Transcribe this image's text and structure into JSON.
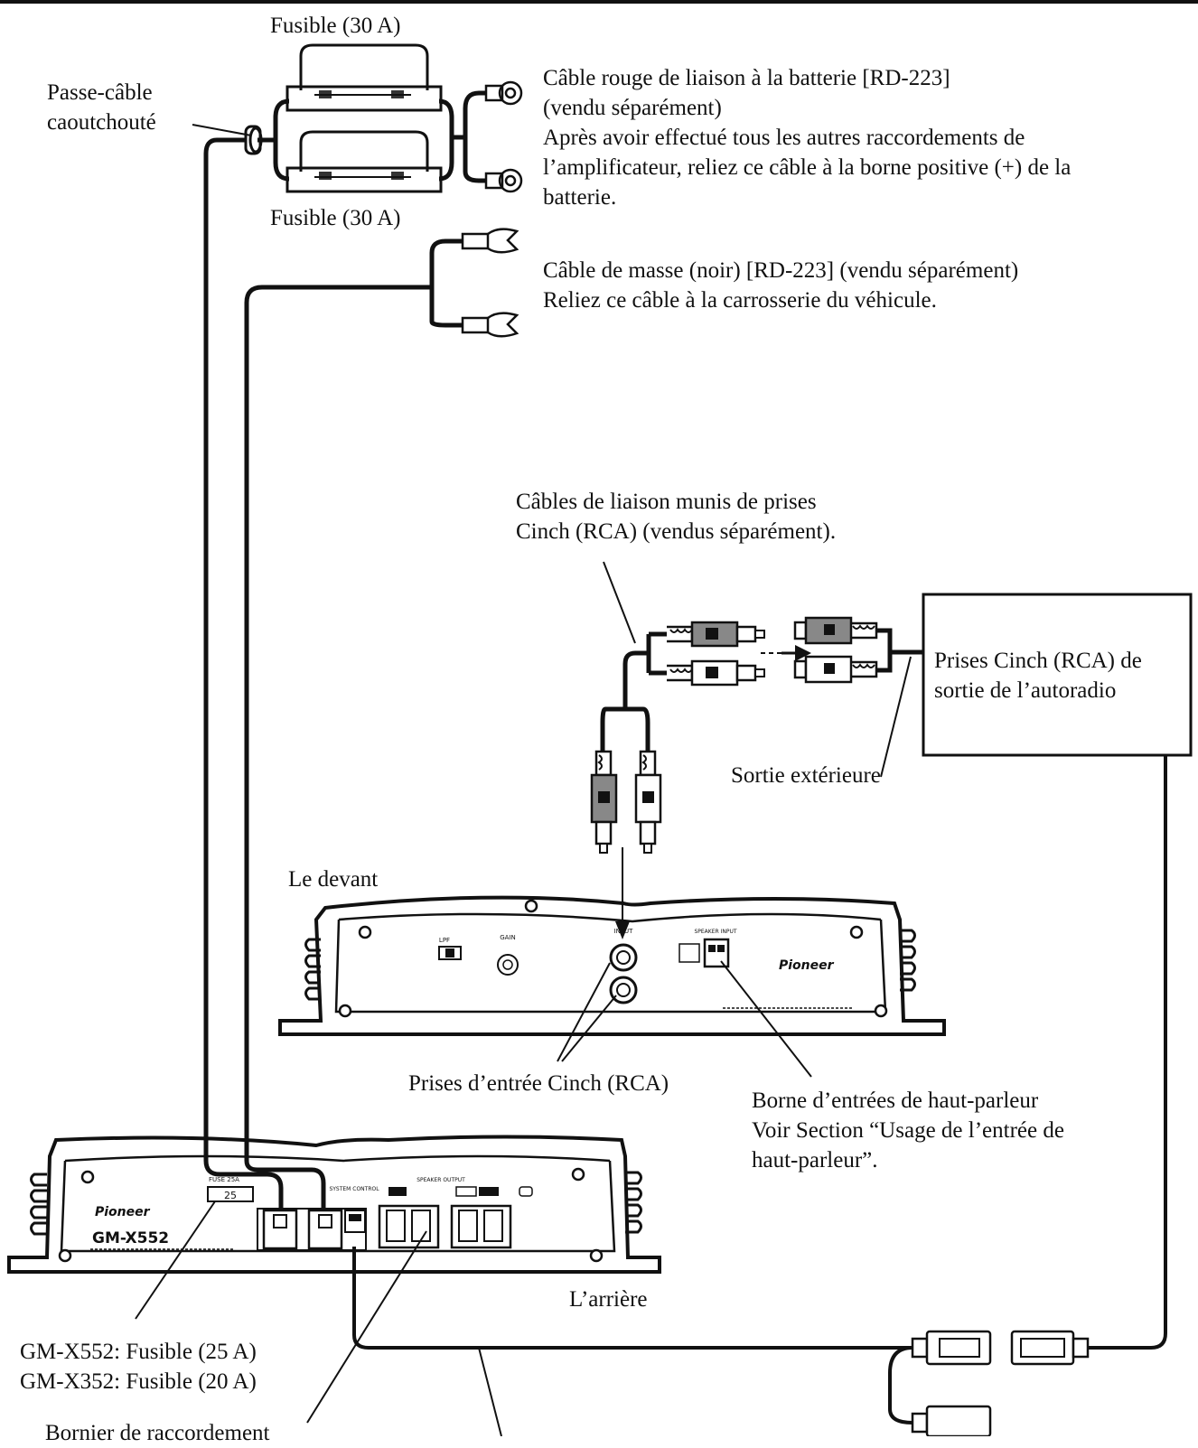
{
  "labels": {
    "fuse_top": "Fusible (30 A)",
    "fuse_bottom": "Fusible (30 A)",
    "grommet_1": "Passe-câble",
    "grommet_2": "caoutchouté",
    "battery_1": "Câble rouge de liaison à la batterie [RD-223]",
    "battery_2": "(vendu séparément)",
    "battery_3": "Après avoir effectué tous les autres raccordements de",
    "battery_4": "l’amplificateur, reliez ce câble à la borne positive (+) de la",
    "battery_5": "batterie.",
    "ground_1": "Câble de masse (noir) [RD-223] (vendu séparément)",
    "ground_2": "Reliez ce câble à la carrosserie du véhicule.",
    "rca_cable_1": "Câbles de liaison munis de prises",
    "rca_cable_2": "Cinch (RCA) (vendus séparément).",
    "headunit_1": "Prises Cinch (RCA) de",
    "headunit_2": "sortie de l’autoradio",
    "ext_out": "Sortie extérieure",
    "front": "Le devant",
    "rca_in": "Prises d’entrée Cinch (RCA)",
    "spk_in_1": "Borne d’entrées de haut-parleur",
    "spk_in_2": "Voir Section “Usage de l’entrée de",
    "spk_in_3": "haut-parleur”.",
    "rear": "L’arrière",
    "fuse_x552": "GM-X552: Fusible (25 A)",
    "fuse_x352": "GM-X352: Fusible (20 A)",
    "bottom_cut": "Bornier de raccordement"
  },
  "amp_markings": {
    "brand": "Pioneer",
    "model": "GM-X552",
    "fuse_slot": "FUSE 25A",
    "fuse_value": "25",
    "front_lpf": "LPF",
    "front_gain": "GAIN",
    "front_input": "INPUT",
    "front_speaker_input": "SPEAKER INPUT",
    "rear_system_control": "SYSTEM CONTROL",
    "rear_speaker_output": "SPEAKER OUTPUT"
  }
}
